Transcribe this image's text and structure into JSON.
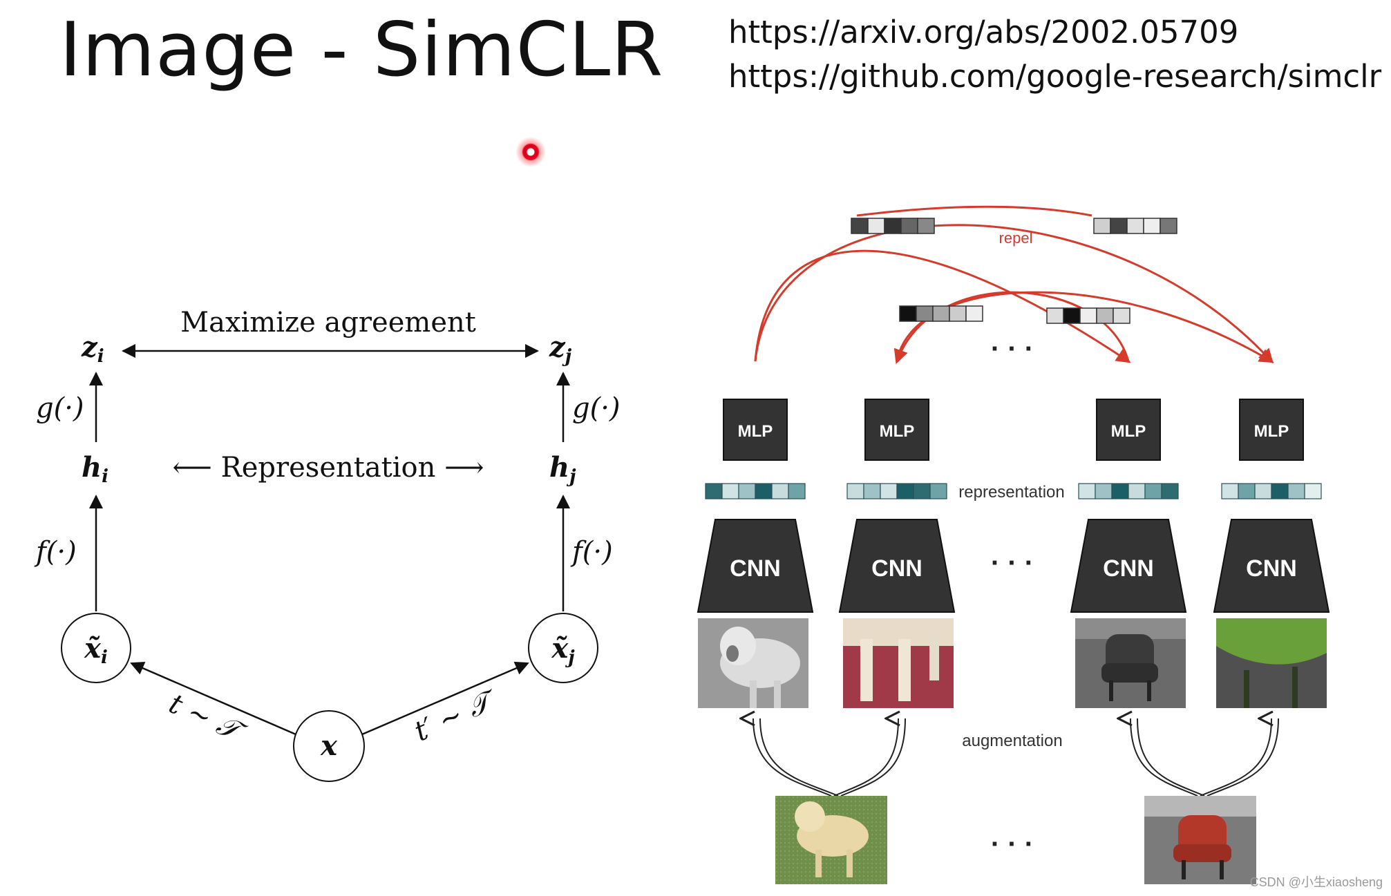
{
  "slide": {
    "title": "Image - SimCLR",
    "links": [
      "https://arxiv.org/abs/2002.05709",
      "https://github.com/google-research/simclr"
    ],
    "watermark": "CSDN @小生xiaosheng"
  },
  "left_diagram": {
    "top_label": "Maximize agreement",
    "middle_label": "⟵ Representation ⟶",
    "z_i": "z",
    "z_i_sub": "i",
    "z_j": "z",
    "z_j_sub": "j",
    "h_i": "h",
    "h_i_sub": "i",
    "h_j": "h",
    "h_j_sub": "j",
    "g_left": "g(·)",
    "g_right": "g(·)",
    "f_left": "f(·)",
    "f_right": "f(·)",
    "xt_i": "x̃",
    "xt_i_sub": "i",
    "xt_j": "x̃",
    "xt_j_sub": "j",
    "x": "x",
    "t_left": "t ∼ 𝒯",
    "t_right": "t′ ∼ 𝒯"
  },
  "right_diagram": {
    "repel_label": "repel",
    "representation_label": "representation",
    "augmentation_label": "augmentation",
    "ellipsis": "· · ·",
    "mlp_label": "MLP",
    "cnn_label": "CNN",
    "colors": {
      "repel_arrow": "#d63a2b",
      "block": "#333333",
      "teal_dark": "#1d5f66",
      "teal_light": "#d2e3e5"
    }
  }
}
